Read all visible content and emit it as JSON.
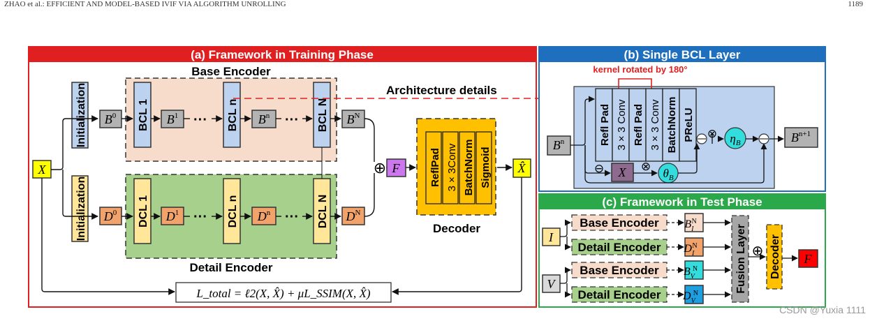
{
  "header": {
    "left": "ZHAO et al.: EFFICIENT AND MODEL-BASED IVIF VIA ALGORITHM UNROLLING",
    "right": "1189"
  },
  "panel_a": {
    "title": "(a) Framework  in Training Phase",
    "base_encoder": "Base Encoder",
    "detail_encoder": "Detail Encoder",
    "init": "Initialization",
    "bcl": [
      "BCL 1",
      "BCL n",
      "BCL N"
    ],
    "dcl": [
      "DCL 1",
      "DCL n",
      "DCL N"
    ],
    "x": "X",
    "b0": "B",
    "b0_sup": "0",
    "b1": "B",
    "b1_sup": "1",
    "bn": "B",
    "bn_sup": "n",
    "bN": "B",
    "bN_sup": "N",
    "d0": "D",
    "d0_sup": "0",
    "d1": "D",
    "d1_sup": "1",
    "dn": "D",
    "dn_sup": "n",
    "dN": "D",
    "dN_sup": "N",
    "dots": "···",
    "plus": "⊕",
    "f": "F",
    "decoder_layers": [
      "ReflPad",
      "3 × 3Conv",
      "BatchNorm",
      "Sigmoid"
    ],
    "decoder": "Decoder",
    "xhat": "X̂",
    "arch_details": "Architecture details",
    "loss": "L_total = ℓ2(X, X̂) + μL_SSIM(X, X̂)"
  },
  "panel_b": {
    "title": "(b) Single BCL Layer",
    "kernel_note": "kernel rotated by 180°",
    "layers": [
      "Refl Pad",
      "3 × 3 Conv",
      "Refl Pad",
      "3 × 3 Conv",
      "BatchNorm",
      "PReLU"
    ],
    "bn_in": "B",
    "bn_in_sup": "n",
    "bn_out": "B",
    "bn_out_sup": "n+1",
    "x": "X",
    "eta": "η",
    "eta_sub": "B",
    "theta": "θ",
    "theta_sub": "B",
    "otimes": "⊗",
    "ominus": "⊖"
  },
  "panel_c": {
    "title": "(c) Framework  in Test Phase",
    "i": "I",
    "v": "V",
    "base_encoder": "Base Encoder",
    "detail_encoder": "Detail Encoder",
    "bi": "B",
    "bi_sub": "I",
    "bi_sup": "N",
    "di": "D",
    "di_sub": "I",
    "di_sup": "N",
    "bv": "B",
    "bv_sub": "V",
    "bv_sup": "N",
    "dv": "D",
    "dv_sub": "V",
    "dv_sup": "N",
    "fusion": "Fusion Layer",
    "decoder": "Decoder",
    "plus": "⊕",
    "f": "F"
  },
  "watermark": "CSDN @Yuxia 1111",
  "colors": {
    "red": "#e02020",
    "blue": "#1f6fbf",
    "green": "#2aa84a",
    "yellow": "#ffff00",
    "orange": "#f2a36b",
    "blue_box": "#bcd2ee",
    "green_box": "#a8d08d",
    "peach": "#f8dccb",
    "light_yellow": "#ffe699",
    "decoder": "#ffc000",
    "purple": "#cc77ee",
    "cyan": "#33dddd",
    "gray": "#b3b3b3"
  }
}
